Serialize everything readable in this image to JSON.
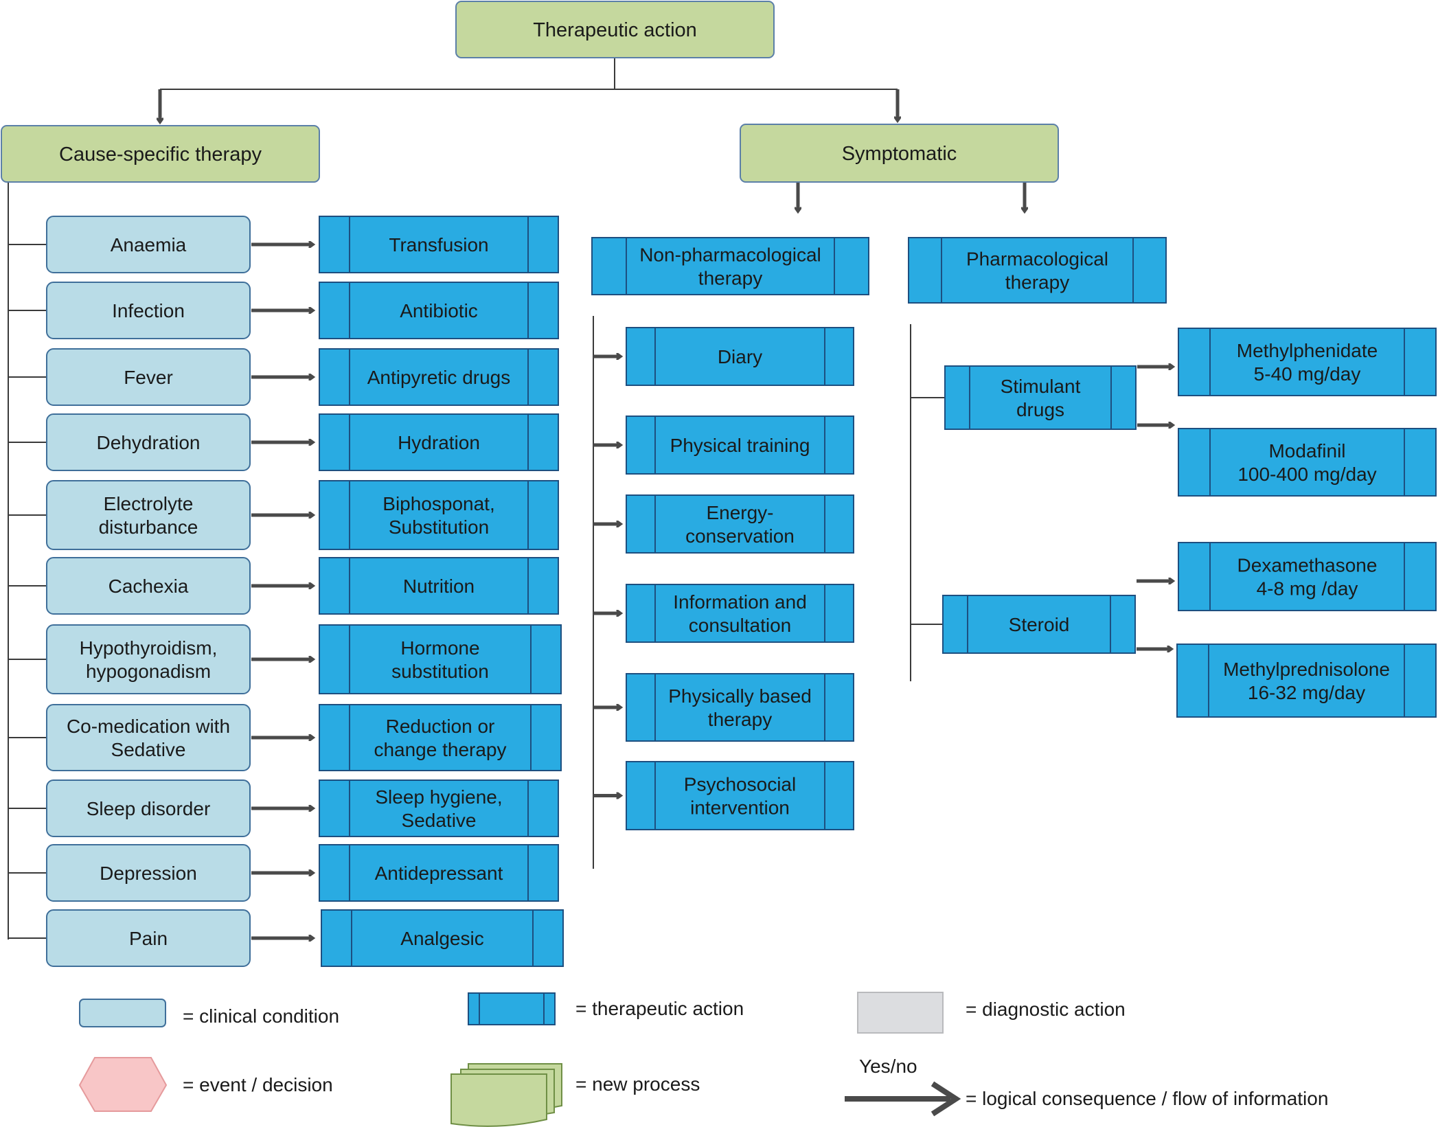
{
  "colors": {
    "header_fill": "#c5d89e",
    "header_stroke": "#5b7fa8",
    "condition_fill": "#b9dce7",
    "condition_stroke": "#3f6f9a",
    "action_fill": "#29abe2",
    "action_stroke": "#1d4f80",
    "diagnostic_fill": "#dcdde0",
    "event_fill": "#f8c6c7",
    "event_stroke": "#e59a9c",
    "process_fill": "#c5d89e",
    "process_stroke": "#6f8f45",
    "connector": "#3a3a3a",
    "arrow": "#4a4a4a"
  },
  "root": {
    "label": "Therapeutic action"
  },
  "branches": {
    "cause_specific": {
      "label": "Cause-specific therapy"
    },
    "symptomatic": {
      "label": "Symptomatic"
    }
  },
  "cause_specific_rows": [
    {
      "condition": [
        "Anaemia"
      ],
      "action": [
        "Transfusion"
      ]
    },
    {
      "condition": [
        "Infection"
      ],
      "action": [
        "Antibiotic"
      ]
    },
    {
      "condition": [
        "Fever"
      ],
      "action": [
        "Antipyretic drugs"
      ]
    },
    {
      "condition": [
        "Dehydration"
      ],
      "action": [
        "Hydration"
      ]
    },
    {
      "condition": [
        "Electrolyte",
        "disturbance"
      ],
      "action": [
        "Biphosponat,",
        "Substitution"
      ]
    },
    {
      "condition": [
        "Cachexia"
      ],
      "action": [
        "Nutrition"
      ]
    },
    {
      "condition": [
        "Hypothyroidism,",
        "hypogonadism"
      ],
      "action": [
        "Hormone",
        "substitution"
      ]
    },
    {
      "condition": [
        "Co-medication with",
        "Sedative"
      ],
      "action": [
        "Reduction or",
        "change therapy"
      ]
    },
    {
      "condition": [
        "Sleep disorder"
      ],
      "action": [
        "Sleep hygiene,",
        "Sedative"
      ]
    },
    {
      "condition": [
        "Depression"
      ],
      "action": [
        "Antidepressant"
      ]
    },
    {
      "condition": [
        "Pain"
      ],
      "action": [
        "Analgesic"
      ]
    }
  ],
  "non_pharmacological": {
    "label": [
      "Non-pharmacological",
      "therapy"
    ],
    "items": [
      [
        "Diary"
      ],
      [
        "Physical training"
      ],
      [
        "Energy-",
        "conservation"
      ],
      [
        "Information and",
        "consultation"
      ],
      [
        "Physically based",
        "therapy"
      ],
      [
        "Psychosocial",
        "intervention"
      ]
    ]
  },
  "pharmacological": {
    "label": [
      "Pharmacological",
      "therapy"
    ],
    "groups": [
      {
        "label": [
          "Stimulant",
          "drugs"
        ],
        "drugs": [
          [
            "Methylphenidate",
            "5-40 mg/day"
          ],
          [
            "Modafinil",
            "100-400 mg/day"
          ]
        ]
      },
      {
        "label": [
          "Steroid"
        ],
        "drugs": [
          [
            "Dexamethasone",
            "4-8 mg /day"
          ],
          [
            "Methylprednisolone",
            "16-32 mg/day"
          ]
        ]
      }
    ]
  },
  "legend": {
    "clinical_condition": "= clinical condition",
    "therapeutic_action": "= therapeutic action",
    "diagnostic_action": "= diagnostic action",
    "event_decision": "= event / decision",
    "new_process": "= new process",
    "yes_no": "Yes/no",
    "logical_consequence": "= logical consequence / flow of information"
  }
}
